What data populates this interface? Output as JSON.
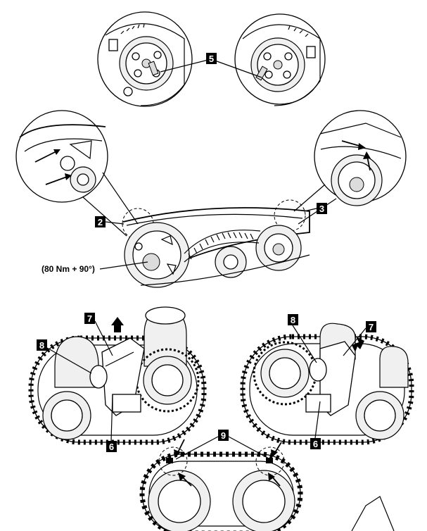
{
  "callouts": {
    "c2": "2",
    "c3": "3",
    "c5": "5",
    "c6a": "6",
    "c6b": "6",
    "c7a": "7",
    "c7b": "7",
    "c8a": "8",
    "c8b": "8",
    "c9": "9"
  },
  "torque_spec": "(80 Nm + 90°)",
  "colors": {
    "line": "#000000",
    "callout_bg": "#000000",
    "callout_text": "#ffffff"
  }
}
